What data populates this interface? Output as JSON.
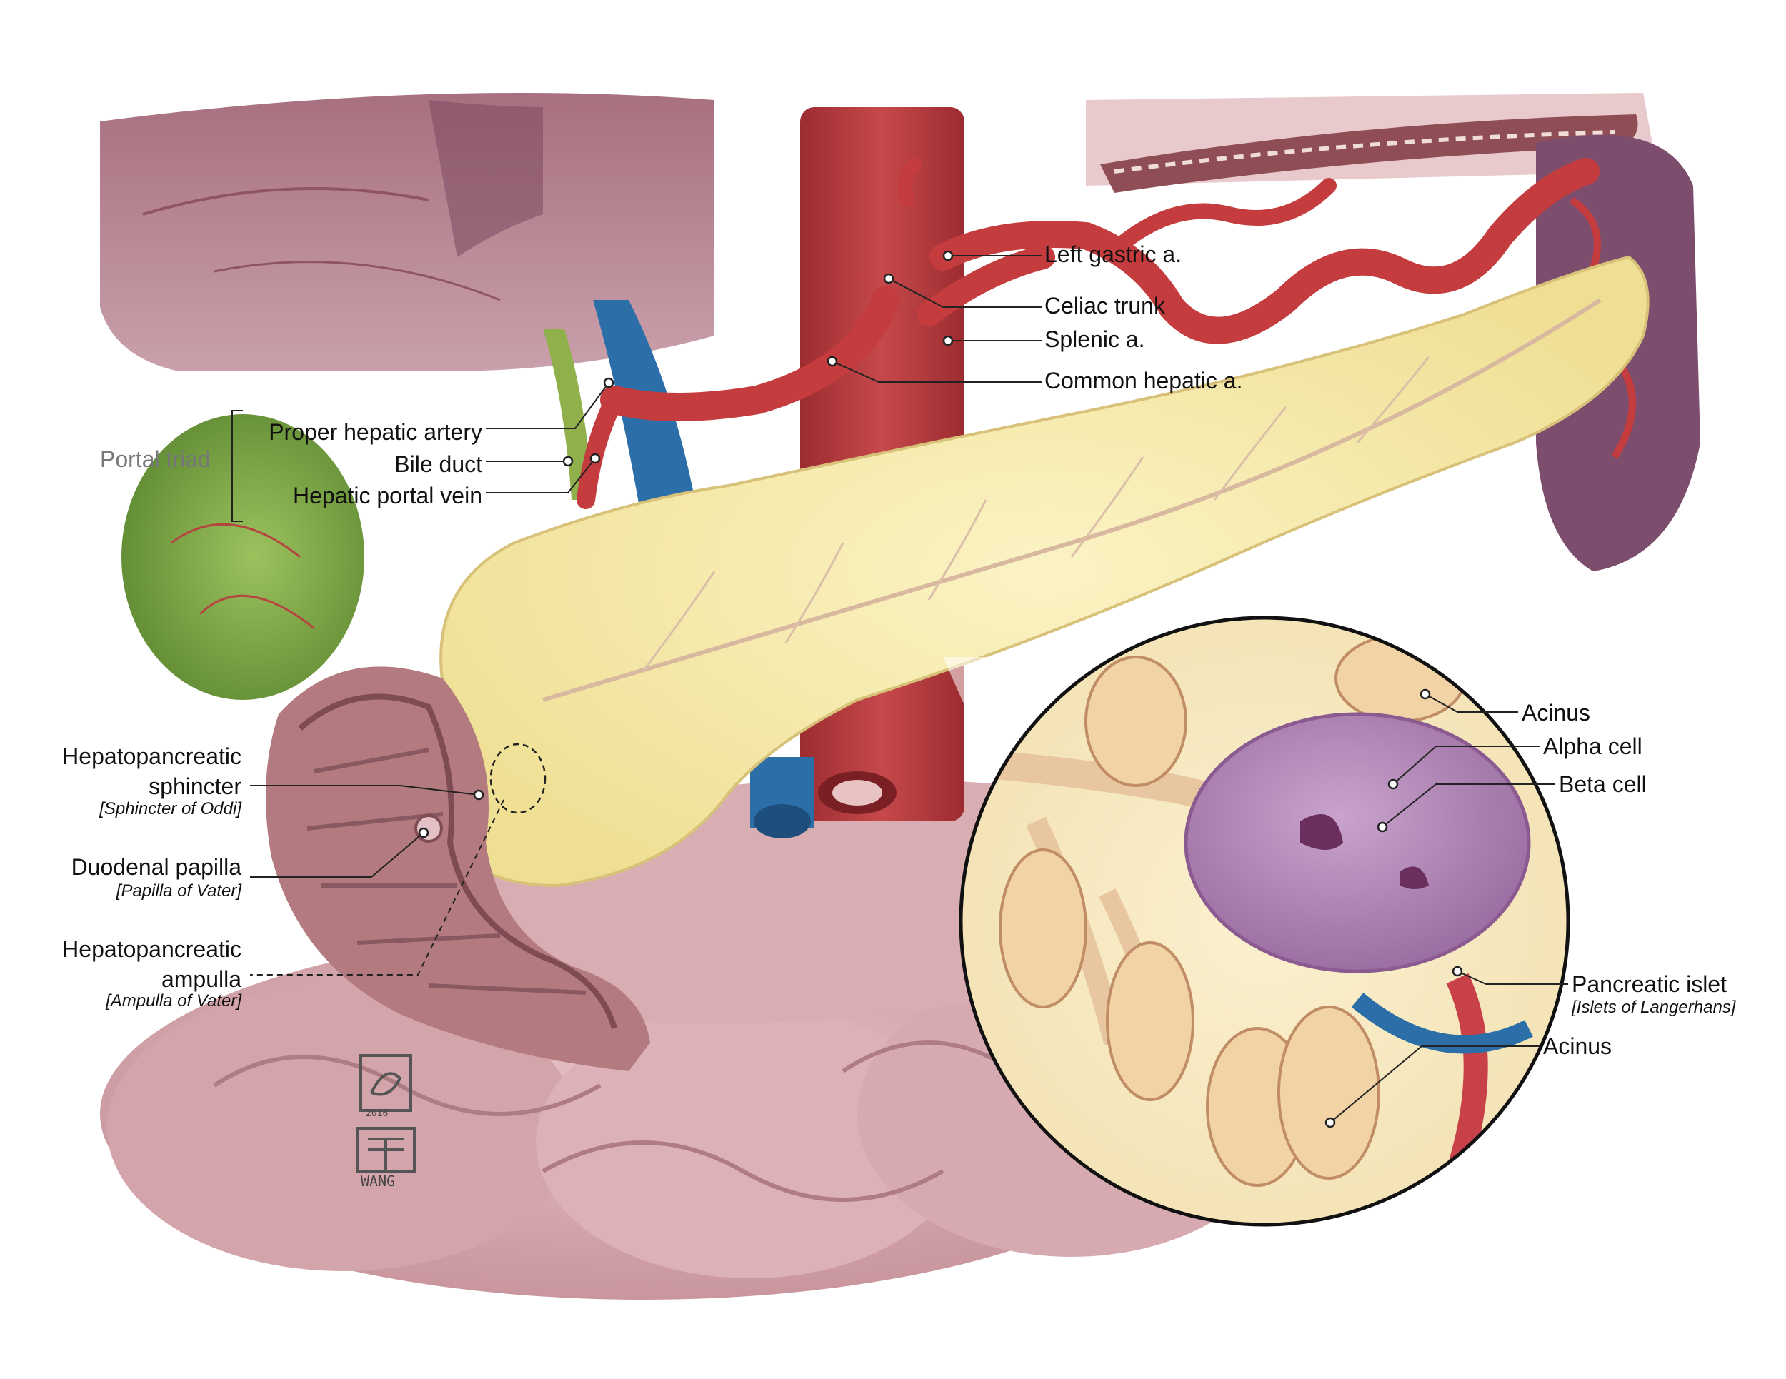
{
  "colors": {
    "pancreas": "#f6eba8",
    "liver": "#9a5f70",
    "aorta": "#b43a3d",
    "artery": "#c43c3e",
    "vein": "#2c6ea8",
    "bile": "#8fb04a",
    "gallbladder": "#7ea647",
    "duodenum": "#b37b80",
    "intestine": "#d9aeb4",
    "spleen": "#7c4d6d",
    "islet": "#b58ab8",
    "acinus": "#f2d3a6",
    "leader": "#222222"
  },
  "labels": {
    "left_gastric": "Left gastric a.",
    "celiac_trunk": "Celiac trunk",
    "splenic": "Splenic a.",
    "common_hepatic": "Common hepatic a.",
    "portal_triad": "Portal triad",
    "proper_hepatic": "Proper hepatic artery",
    "bile_duct": "Bile duct",
    "portal_vein": "Hepatic portal vein",
    "sphincter_main": "Hepatopancreatic",
    "sphincter_main2": "sphincter",
    "sphincter_sub": "[Sphincter of Oddi]",
    "papilla_main": "Duodenal papilla",
    "papilla_sub": "[Papilla of Vater]",
    "ampulla_main": "Hepatopancreatic",
    "ampulla_main2": "ampulla",
    "ampulla_sub": "[Ampulla of Vater]",
    "acinus_top": "Acinus",
    "alpha_cell": "Alpha cell",
    "beta_cell": "Beta cell",
    "islet_main": "Pancreatic islet",
    "islet_sub": "[Islets of Langerhans]",
    "acinus_bottom": "Acinus"
  },
  "signature": {
    "year": "2016",
    "name": "WANG"
  }
}
